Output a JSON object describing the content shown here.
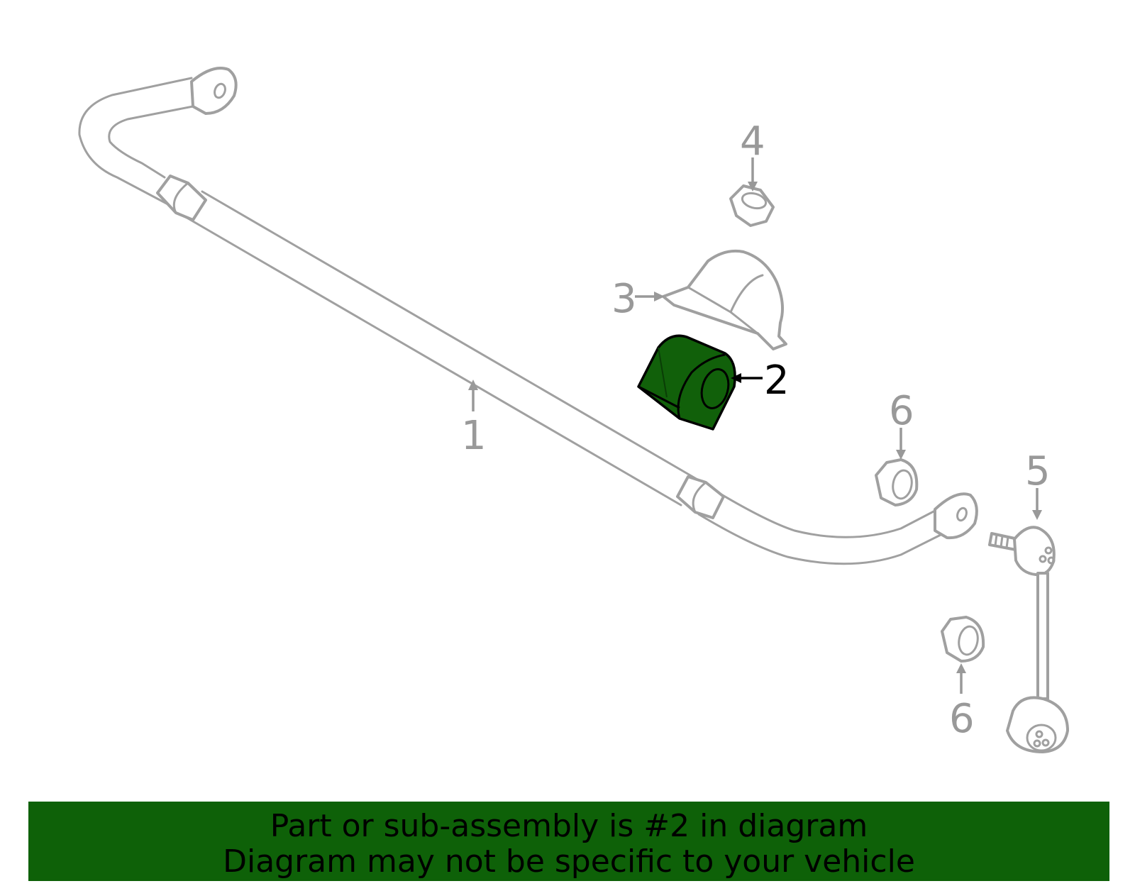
{
  "colors": {
    "highlight": "#11600a",
    "banner_bg": "#0e6108",
    "part_outline": "#a0a0a0",
    "callout_text": "#999999"
  },
  "highlighted_part": "2",
  "callouts": {
    "c1": "1",
    "c2": "2",
    "c3": "3",
    "c4": "4",
    "c5": "5",
    "c6a": "6",
    "c6b": "6"
  },
  "banner": {
    "line1": "Part or sub-assembly is #2 in diagram",
    "line2": "Diagram may not be specific to your vehicle"
  }
}
